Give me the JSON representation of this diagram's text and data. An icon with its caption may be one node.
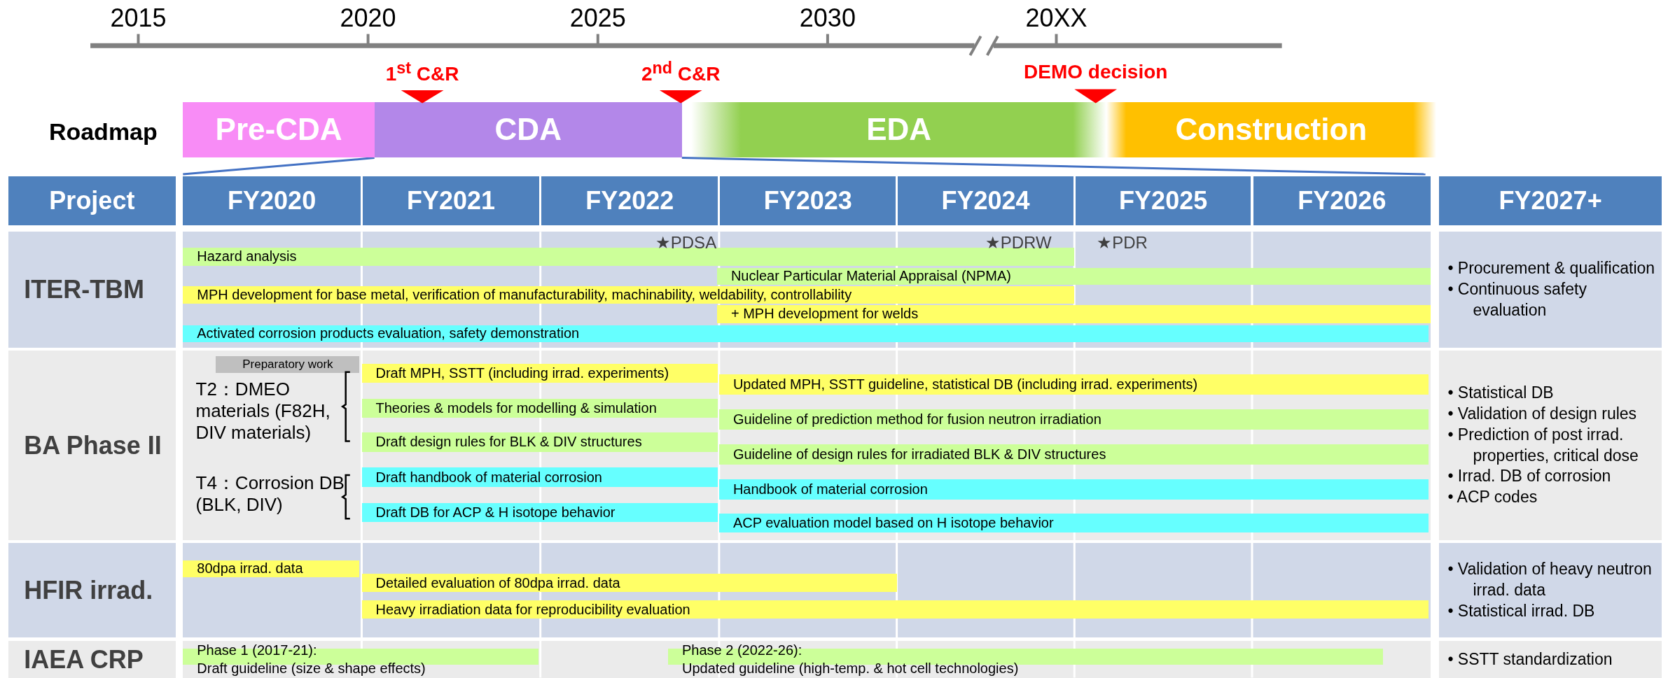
{
  "diagram": {
    "nodes": [
      {
        "text": [
          "Pre-CDA"
        ]
      },
      {
        "text": [
          "CDA"
        ]
      },
      {
        "text": [
          "EDA"
        ]
      },
      {
        "text": [
          "Construction"
        ]
      },
      {
        "text": [
          "Project"
        ]
      },
      {
        "text": [
          "FY2020"
        ]
      },
      {
        "text": [
          "FY2021"
        ]
      },
      {
        "text": [
          "FY2022"
        ]
      },
      {
        "text": [
          "FY2023"
        ]
      },
      {
        "text": [
          "FY2024"
        ]
      },
      {
        "text": [
          "FY2025"
        ]
      },
      {
        "text": [
          "FY2026"
        ]
      },
      {
        "text": [
          "FY2027+"
        ]
      },
      {
        "text": [
          "ITER-TBM"
        ]
      },
      {
        "text": [
          "Hazard analysis"
        ]
      },
      {
        "text": [
          "Nuclear Particular Material Appraisal (NPMA)"
        ]
      },
      {
        "text": [
          "MPH development for base metal, verification of manufacturability, machinability, weldability, controllability"
        ]
      },
      {
        "text": [
          "+ MPH development for welds"
        ]
      },
      {
        "text": [
          "Activated corrosion products evaluation, safety demonstration"
        ]
      },
      {
        "text": [
          "• Procurement & qualification",
          "• Continuous safety evaluation"
        ]
      },
      {
        "text": [
          "BA Phase II"
        ]
      },
      {
        "text": [
          "Preparatory work"
        ]
      },
      {
        "text": [
          "Draft MPH, SSTT (including irrad. experiments)"
        ]
      },
      {
        "text": [
          "Updated MPH, SSTT guideline, statistical DB (including irrad. experiments)"
        ]
      },
      {
        "text": [
          "Theories & models for modelling & simulation"
        ]
      },
      {
        "text": [
          "Guideline of prediction method for fusion neutron irradiation"
        ]
      },
      {
        "text": [
          "Draft design rules for BLK & DIV structures"
        ]
      },
      {
        "text": [
          "Guideline of design rules for irradiated BLK & DIV structures"
        ]
      },
      {
        "text": [
          "Draft handbook of material corrosion"
        ]
      },
      {
        "text": [
          "Handbook of material corrosion"
        ]
      },
      {
        "text": [
          "Draft DB for ACP & H isotope behavior"
        ]
      },
      {
        "text": [
          "ACP evaluation model based on H isotope behavior"
        ]
      },
      {
        "text": [
          "• Statistical DB",
          "• Validation of design rules",
          "• Prediction of post irrad. properties, critical dose",
          "• Irrad. DB of corrosion",
          "• ACP codes"
        ]
      },
      {
        "text": [
          "HFIR irrad."
        ]
      },
      {
        "text": [
          "80dpa irrad. data"
        ]
      },
      {
        "text": [
          "Detailed evaluation of 80dpa irrad. data"
        ]
      },
      {
        "text": [
          "Heavy irradiation data for reproducibility evaluation"
        ]
      },
      {
        "text": [
          "• Validation of heavy neutron irrad. data",
          "• Statistical irrad. DB"
        ]
      },
      {
        "text": [
          "IAEA CRP"
        ]
      },
      {
        "text": [
          "Phase 1 (2017-21):",
          "Draft guideline (size & shape effects)"
        ]
      },
      {
        "text": [
          "Phase 2 (2022-26):",
          "Updated guideline (high-temp. & hot cell technologies)"
        ]
      },
      {
        "text": [
          "• SSTT standardization"
        ]
      }
    ],
    "labels": [
      "2015",
      "2020",
      "2025",
      "2030",
      "20XX",
      "1$^{st}$ C&R",
      "2$^{nd}$ C&R",
      "DEMO decision",
      "Roadmap",
      "★PDSA",
      "★PDRW",
      "★PDR",
      "T2：DMEO materials (F82H, DIV materials)",
      "T4：Corrosion DB (BLK, DIV)"
    ]
  }
}
